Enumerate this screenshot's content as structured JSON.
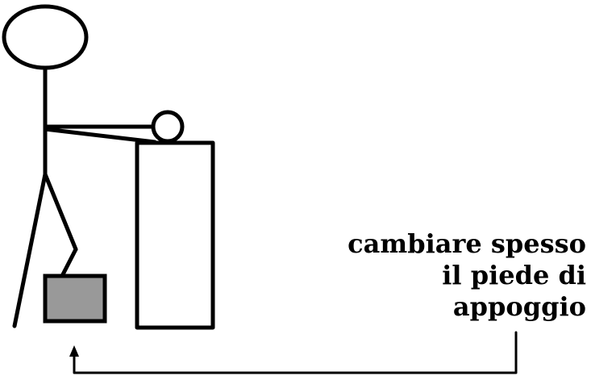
{
  "caption": {
    "lines": [
      "cambiare spesso",
      "il piede di",
      "appoggio"
    ]
  },
  "colors": {
    "stroke": "#000000",
    "footrest_fill": "#999999",
    "background": "#ffffff"
  }
}
